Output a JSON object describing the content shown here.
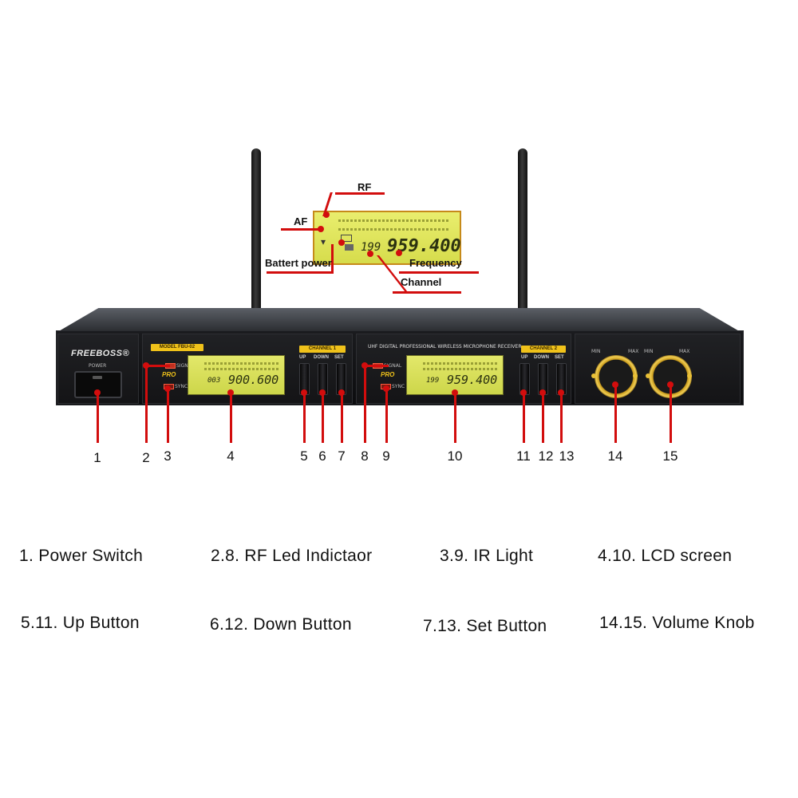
{
  "device": {
    "brand": "FREEBOSS®",
    "power_label": "POWER",
    "model_tag": "MODEL FBU-02",
    "channel1_tag": "CHANNEL 1",
    "channel2_tag": "CHANNEL 2",
    "banner": "UHF DIGITAL PROFESSIONAL WIRELESS MICROPHONE RECEIVER",
    "button_labels": {
      "up": "UP",
      "down": "DOWN",
      "set": "SET"
    },
    "knob_labels": {
      "min": "MIN",
      "max": "MAX"
    },
    "ch1": {
      "channel": "003",
      "frequency": "900.600",
      "signal": "SIGNAL",
      "sync": "SYNC",
      "logo": "PRO"
    },
    "ch2": {
      "channel": "199",
      "frequency": "959.400",
      "signal": "SIGNAL",
      "sync": "SYNC",
      "logo": "PRO"
    }
  },
  "zoom_display": {
    "channel": "199",
    "frequency": "959.400",
    "labels": {
      "rf": "RF",
      "af": "AF",
      "battery": "Battert power",
      "frequency": "Frequency",
      "channel": "Channel"
    }
  },
  "callouts": [
    "1",
    "2",
    "3",
    "4",
    "5",
    "6",
    "7",
    "8",
    "9",
    "10",
    "11",
    "12",
    "13",
    "14",
    "15"
  ],
  "legend": [
    "1. Power Switch",
    "2.8. RF Led Indictaor",
    "3.9. IR Light",
    "4.10. LCD screen",
    "5.11. Up Button",
    "6.12. Down Button",
    "7.13. Set Button",
    "14.15. Volume Knob"
  ],
  "colors": {
    "callout_red": "#d20d0d",
    "lcd_green": "#d6dc4c",
    "accent_gold": "#f0c21a"
  }
}
